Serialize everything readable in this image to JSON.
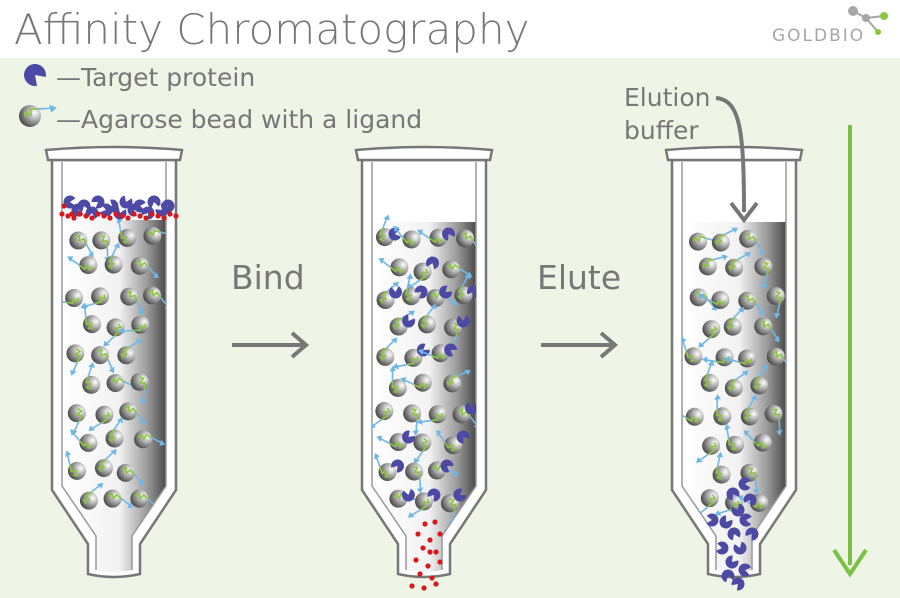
{
  "title": "Affinity Chromatography",
  "brand": {
    "name": "GOLDBIO",
    "color": "#a6a6a6",
    "dot_color": "#8cc63f"
  },
  "legend": [
    {
      "icon": "target-protein-icon",
      "label": "—Target protein"
    },
    {
      "icon": "agarose-bead-icon",
      "label": "—Agarose bead with a ligand"
    }
  ],
  "steps": [
    {
      "label": "Bind"
    },
    {
      "label": "Elute"
    }
  ],
  "elution_label_line1": "Elution",
  "elution_label_line2": "buffer",
  "colors": {
    "background": "#eef5e6",
    "title_band": "#ffffff",
    "text": "#777777",
    "protein": "#4d4aa5",
    "contaminant": "#d7191c",
    "ligand": "#8cc63f",
    "arrow_tip": "#6fb7e5",
    "flow_arrow": "#79c142",
    "step_arrow": "#777777"
  }
}
